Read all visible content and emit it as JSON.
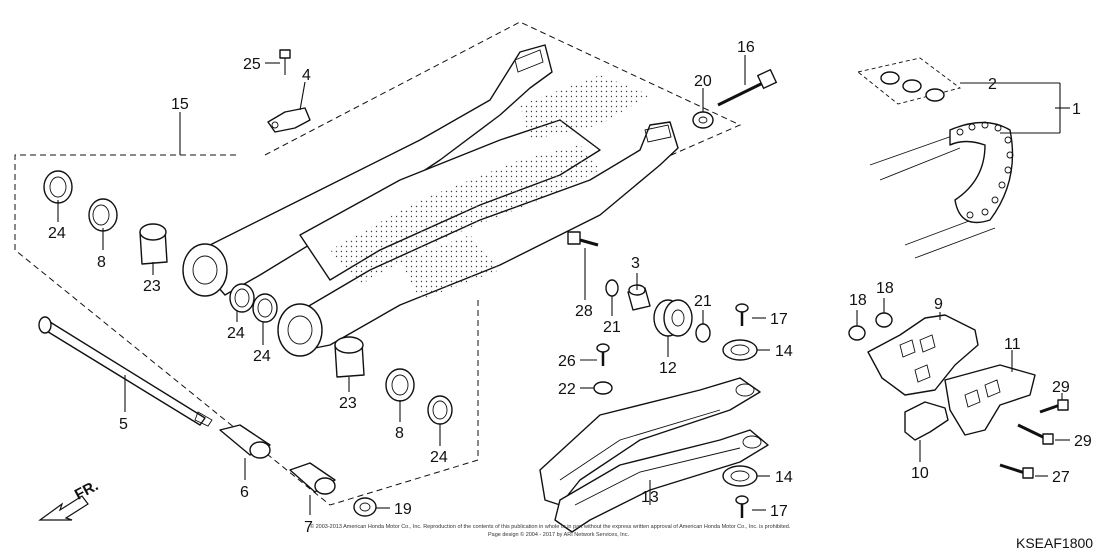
{
  "diagram": {
    "code": "KSEAF1800",
    "direction_label": "FR.",
    "copyright_line1": "© 2003-2013 American Honda Motor Co., Inc. Reproduction of the contents of this publication in whole or in part without the express written approval of American Honda Motor Co., Inc. is prohibited.",
    "copyright_line2": "Page design © 2004 - 2017 by ARI Network Services, Inc.",
    "callouts": [
      "1",
      "2",
      "3",
      "4",
      "5",
      "6",
      "7",
      "8",
      "8",
      "9",
      "10",
      "11",
      "12",
      "13",
      "14",
      "14",
      "15",
      "16",
      "17",
      "17",
      "18",
      "18",
      "19",
      "20",
      "21",
      "21",
      "22",
      "23",
      "23",
      "24",
      "24",
      "24",
      "24",
      "25",
      "26",
      "27",
      "28",
      "29",
      "29"
    ]
  }
}
